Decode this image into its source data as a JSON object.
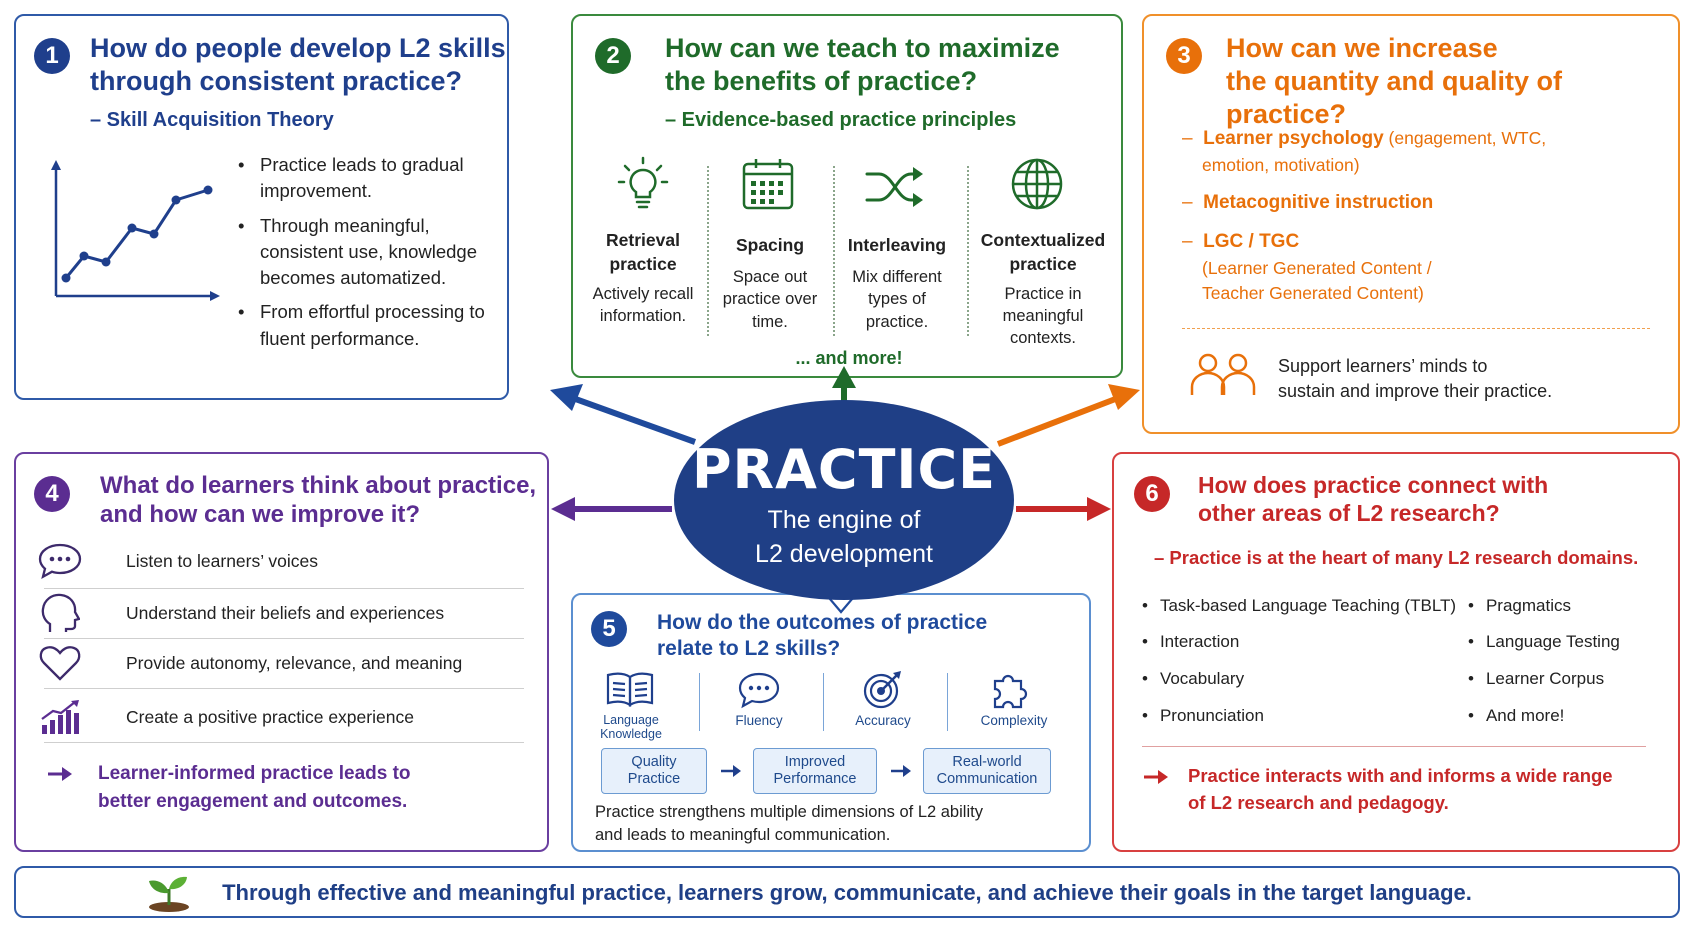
{
  "center": {
    "title": "PRACTICE",
    "subtitle_line1": "The engine of",
    "subtitle_line2": "L2 development"
  },
  "panel1": {
    "number": "1",
    "title_line1": "How do people develop L2 skills",
    "title_line2": "through consistent practice?",
    "subtitle": "– Skill Acquisition Theory",
    "bullets": [
      "Practice leads to gradual improvement.",
      "Through meaningful, consistent use, knowledge becomes automatized.",
      "From effortful processing to fluent performance."
    ],
    "color": "#1f4a9c"
  },
  "panel2": {
    "number": "2",
    "title_line1": "How can we teach to maximize",
    "title_line2": "the benefits of practice?",
    "subtitle": "– Evidence-based practice principles",
    "principles": [
      {
        "icon": "lightbulb-icon",
        "name_line1": "Retrieval",
        "name_line2": "practice",
        "desc_line1": "Actively recall",
        "desc_line2": "information.",
        "desc_line3": ""
      },
      {
        "icon": "calendar-icon",
        "name_line1": "Spacing",
        "name_line2": "",
        "desc_line1": "Space out",
        "desc_line2": "practice over",
        "desc_line3": "time."
      },
      {
        "icon": "shuffle-icon",
        "name_line1": "Interleaving",
        "name_line2": "",
        "desc_line1": "Mix different",
        "desc_line2": "types of",
        "desc_line3": "practice."
      },
      {
        "icon": "globe-icon",
        "name_line1": "Contextualized",
        "name_line2": "practice",
        "desc_line1": "Practice in",
        "desc_line2": "meaningful",
        "desc_line3": "contexts."
      }
    ],
    "more": "... and more!",
    "color": "#2e7d32"
  },
  "panel3": {
    "number": "3",
    "title_line1": "How can we increase",
    "title_line2": "the quantity and quality of practice?",
    "items": [
      {
        "bold": "Learner psychology",
        "rest": " (engagement, WTC,",
        "line2": "emotion, motivation)"
      },
      {
        "bold": "Metacognitive instruction",
        "rest": "",
        "line2": ""
      },
      {
        "bold": "LGC / TGC",
        "rest": "",
        "line2": "(Learner Generated Content /",
        "line3": "Teacher Generated Content)"
      }
    ],
    "support_line1": "Support learners’ minds to",
    "support_line2": "sustain and improve their practice.",
    "color": "#e8700a"
  },
  "panel4": {
    "number": "4",
    "title_line1": "What do learners think about practice,",
    "title_line2": "and how can we improve it?",
    "rows": [
      {
        "icon": "speech-bubble-icon",
        "text": "Listen to learners’ voices"
      },
      {
        "icon": "head-icon",
        "text": "Understand their beliefs and experiences"
      },
      {
        "icon": "heart-icon",
        "text": "Provide autonomy, relevance, and meaning"
      },
      {
        "icon": "growth-chart-icon",
        "text": "Create a positive practice experience"
      }
    ],
    "conclusion_line1": "Learner-informed practice leads to",
    "conclusion_line2": "better engagement and outcomes.",
    "color": "#5b2d91"
  },
  "panel5": {
    "number": "5",
    "title_line1": "How do the outcomes of practice",
    "title_line2": "relate to L2 skills?",
    "skills": [
      {
        "icon": "book-icon",
        "line1": "Language",
        "line2": "Knowledge"
      },
      {
        "icon": "chat-icon",
        "line1": "Fluency",
        "line2": ""
      },
      {
        "icon": "target-icon",
        "line1": "Accuracy",
        "line2": ""
      },
      {
        "icon": "puzzle-icon",
        "line1": "Complexity",
        "line2": ""
      }
    ],
    "flow": [
      {
        "line1": "Quality",
        "line2": "Practice"
      },
      {
        "line1": "Improved",
        "line2": "Performance"
      },
      {
        "line1": "Real-world",
        "line2": "Communication"
      }
    ],
    "caption_line1": "Practice strengthens multiple dimensions of L2 ability",
    "caption_line2": "and leads to meaningful communication.",
    "color": "#1f4a9c"
  },
  "panel6": {
    "number": "6",
    "title_line1": "How does practice connect with",
    "title_line2": "other areas of L2 research?",
    "subtitle": "– Practice is at the heart of many L2 research domains.",
    "domains_left": [
      "Task-based Language Teaching (TBLT)",
      "Interaction",
      "Vocabulary",
      "Pronunciation"
    ],
    "domains_right": [
      "Pragmatics",
      "Language Testing",
      "Learner Corpus",
      "And more!"
    ],
    "conclusion_line1": "Practice interacts with and informs a wide range",
    "conclusion_line2": "of L2 research and pedagogy.",
    "color": "#c62828"
  },
  "footer": {
    "text": "Through effective and meaningful practice, learners grow, communicate, and achieve their goals in the target language.",
    "icon": "sprout-icon"
  }
}
